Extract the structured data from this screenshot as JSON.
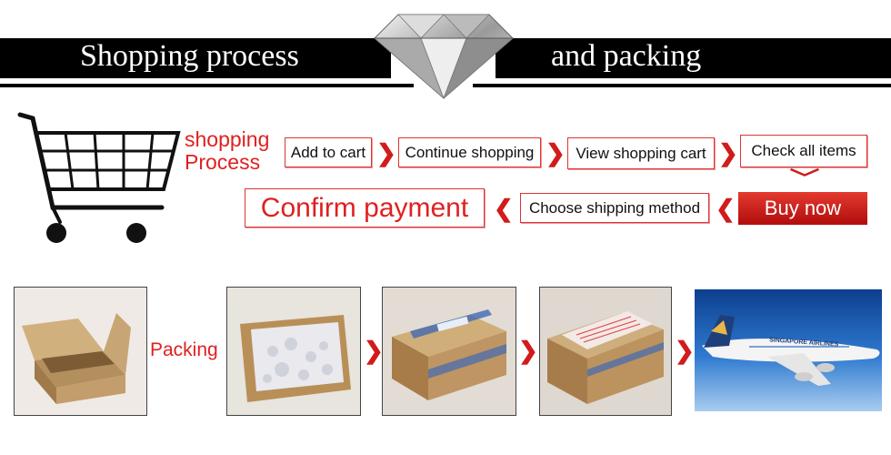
{
  "header": {
    "left_title": "Shopping process",
    "right_title": "and packing"
  },
  "process": {
    "label_line1": "shopping",
    "label_line2": "Process",
    "steps": {
      "add_to_cart": "Add to cart",
      "continue_shopping": "Continue shopping",
      "view_cart": "View shopping cart",
      "check_items": "Check all items",
      "buy_now": "Buy now",
      "shipping_method": "Choose shipping method",
      "confirm_payment": "Confirm payment"
    }
  },
  "packing": {
    "label": "Packing",
    "airline_text": "SINGAPORE AIRLINES"
  },
  "colors": {
    "accent_red": "#e02020",
    "buy_button": "#c91a14",
    "banner": "#000000"
  }
}
